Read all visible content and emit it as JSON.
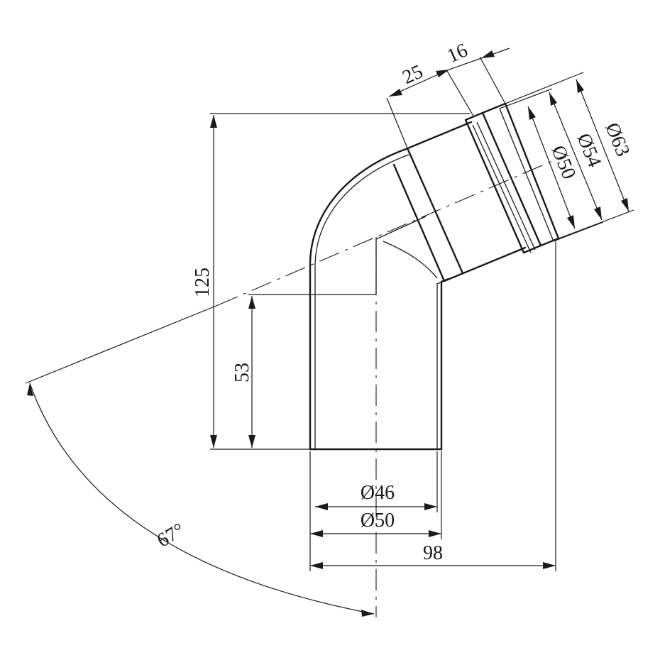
{
  "drawing": {
    "labels": {
      "total_height": "125",
      "straight_length": "53",
      "inner_diameter_outlet": "Ø46",
      "outer_diameter_outlet": "Ø50",
      "total_width": "98",
      "angle": "67°",
      "socket_depth": "25",
      "seal_width": "16",
      "socket_outer_diameter": "Ø63",
      "socket_seal_diameter": "Ø54",
      "socket_inner_diameter": "Ø50"
    }
  }
}
